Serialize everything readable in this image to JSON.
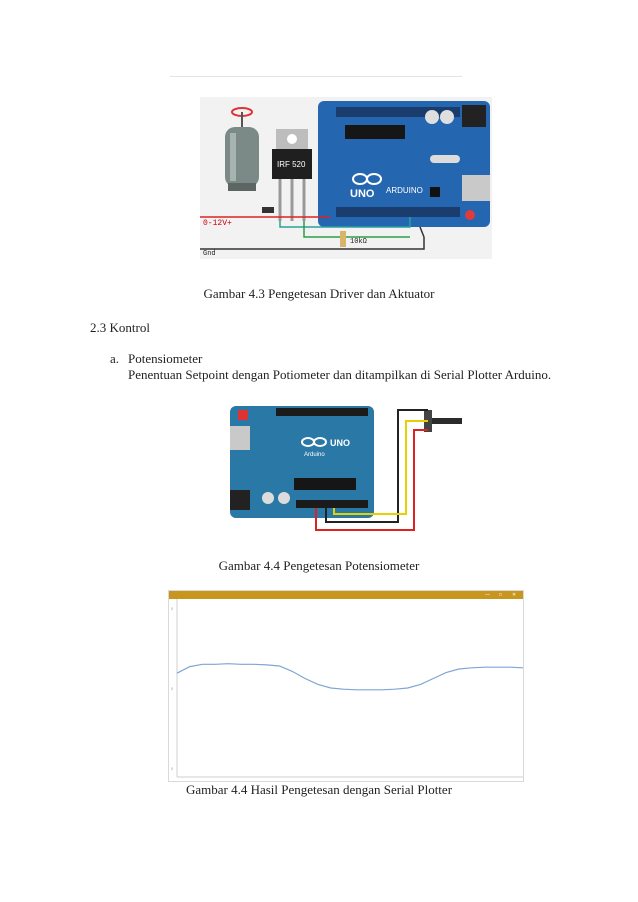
{
  "figures": {
    "fig43": {
      "caption": "Gambar 4.3 Pengetesan Driver dan Aktuator",
      "labels": {
        "voltage": "0-12V+",
        "ground": "Gnd",
        "mosfet": "IRF 520",
        "resistor": "10kΩ",
        "board_brand": "ARDUINO",
        "board_model": "UNO"
      }
    },
    "fig44": {
      "caption": "Gambar 4.4 Pengetesan Potensiometer",
      "labels": {
        "board_model": "UNO",
        "board_brand": "Arduino"
      }
    },
    "fig45": {
      "caption": "Gambar 4.4 Hasil Pengetesan dengan Serial Plotter"
    }
  },
  "section": {
    "heading": "2.3 Kontrol",
    "items": [
      {
        "marker": "a.",
        "title": "Potensiometer",
        "text": "Penentuan Setpoint dengan Potiometer dan ditampilkan di Serial Plotter Arduino."
      }
    ]
  },
  "serial_plotter": {
    "line_color": "#7ea6d6",
    "y_ticks": [
      "0",
      "0",
      "0"
    ],
    "window_controls": [
      "—",
      "□",
      "✕"
    ]
  },
  "chart_data": {
    "type": "line",
    "series": [
      {
        "values": [
          525,
          536,
          540,
          540,
          541,
          540,
          540,
          539,
          537,
          528,
          516,
          506,
          500,
          498,
          497,
          497,
          497,
          498,
          500,
          506,
          516,
          526,
          532,
          534,
          535,
          535,
          535,
          534
        ]
      }
    ],
    "ylim": [
      350,
      650
    ]
  }
}
